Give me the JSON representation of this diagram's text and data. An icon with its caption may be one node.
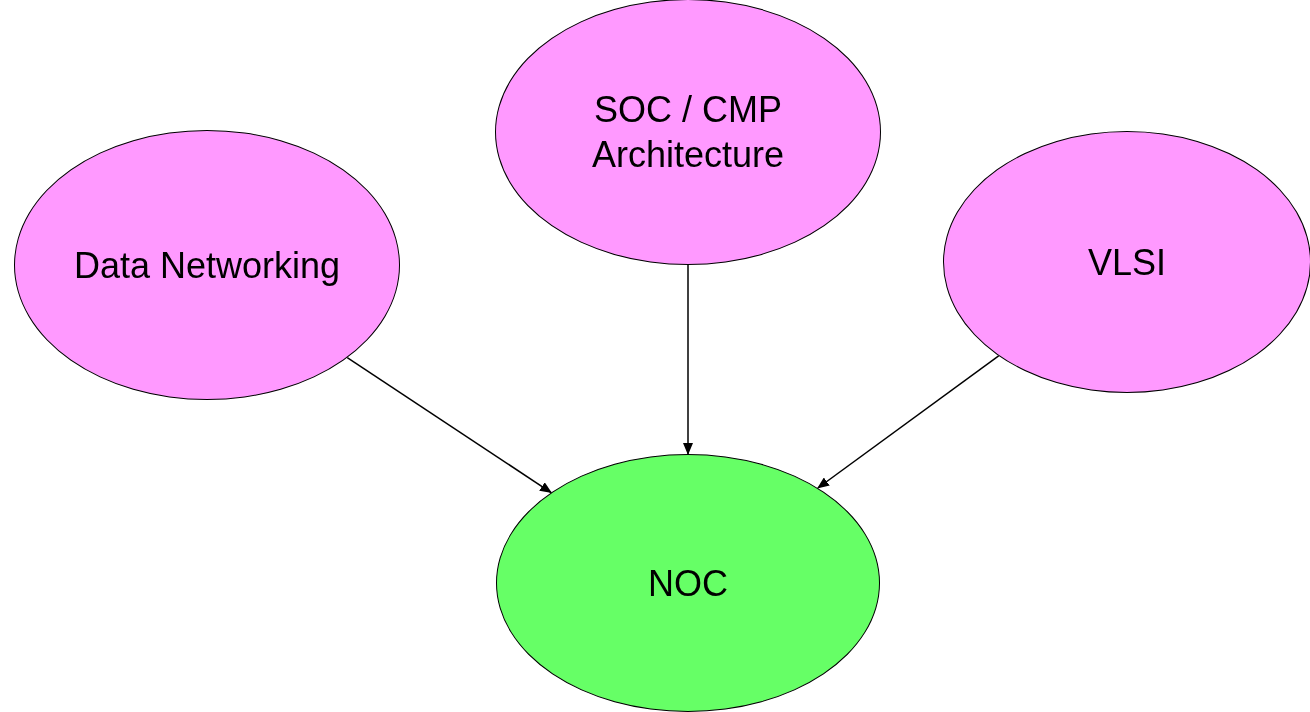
{
  "diagram": {
    "nodes": [
      {
        "text": [
          "SOC / CMP Architecture"
        ]
      },
      {
        "text": [
          "Data Networking"
        ]
      },
      {
        "text": [
          "VLSI"
        ]
      },
      {
        "text": [
          "NOC"
        ]
      }
    ],
    "edges": [
      {
        "from": 1,
        "to": 3,
        "arrow": "to"
      },
      {
        "from": 0,
        "to": 3,
        "arrow": "to"
      },
      {
        "from": 2,
        "to": 3,
        "arrow": "to"
      }
    ]
  }
}
